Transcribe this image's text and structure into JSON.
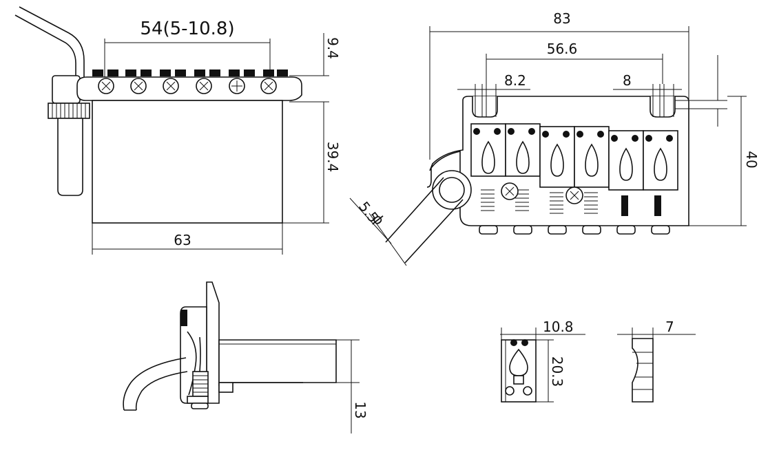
{
  "colors": {
    "line": "#111111",
    "background": "#ffffff"
  },
  "dimensions": {
    "top_string_spacing": "54(5-10.8)",
    "top_screw_height": "9.4",
    "top_block_height": "39.4",
    "top_block_width": "63",
    "right_total_width": "83",
    "right_post_spacing": "56.6",
    "right_left_post": "8.2",
    "right_right_post": "8",
    "right_height": "40",
    "arm_diameter": "5.5",
    "side_height": "13",
    "saddle_width": "10.8",
    "saddle_length": "20.3",
    "saddle_side_width": "7"
  },
  "symbols": {
    "diameter": "ϕ"
  }
}
